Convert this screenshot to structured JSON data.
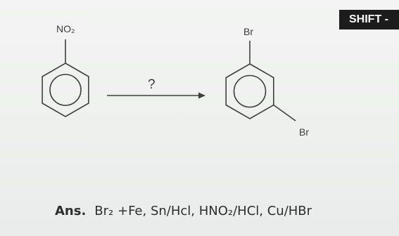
{
  "badge": {
    "text": "SHIFT -"
  },
  "reactant": {
    "substituent": "NO₂"
  },
  "arrow": {
    "label": "?"
  },
  "product": {
    "substituent_top": "Br",
    "substituent_bottom": "Br"
  },
  "answer": {
    "label": "Ans.",
    "text": "Br₂ +Fe, Sn/Hcl, HNO₂/HCl, Cu/HBr"
  }
}
